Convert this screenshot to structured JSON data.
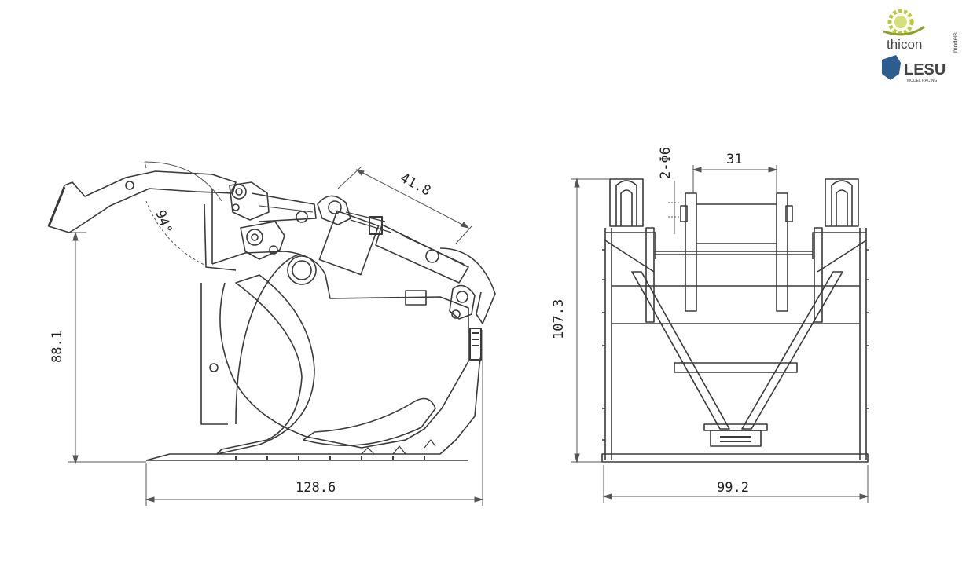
{
  "side_view": {
    "width_label": "128.6",
    "height_label": "88.1",
    "cylinder_label": "41.8",
    "angle_label": "94°"
  },
  "front_view": {
    "width_label": "99.2",
    "height_label": "107.3",
    "pin_spacing_label": "31",
    "hole_label": "2-Φ6"
  },
  "logos": {
    "brand1": "thicon",
    "brand1_sub": "models",
    "brand2": "LESU",
    "brand2_sub": "MODEL RACING"
  },
  "colors": {
    "line": "#3a3a3a",
    "dim": "#555555",
    "logo_green": "#b9c93a",
    "logo_blue": "#2c5d8f"
  }
}
